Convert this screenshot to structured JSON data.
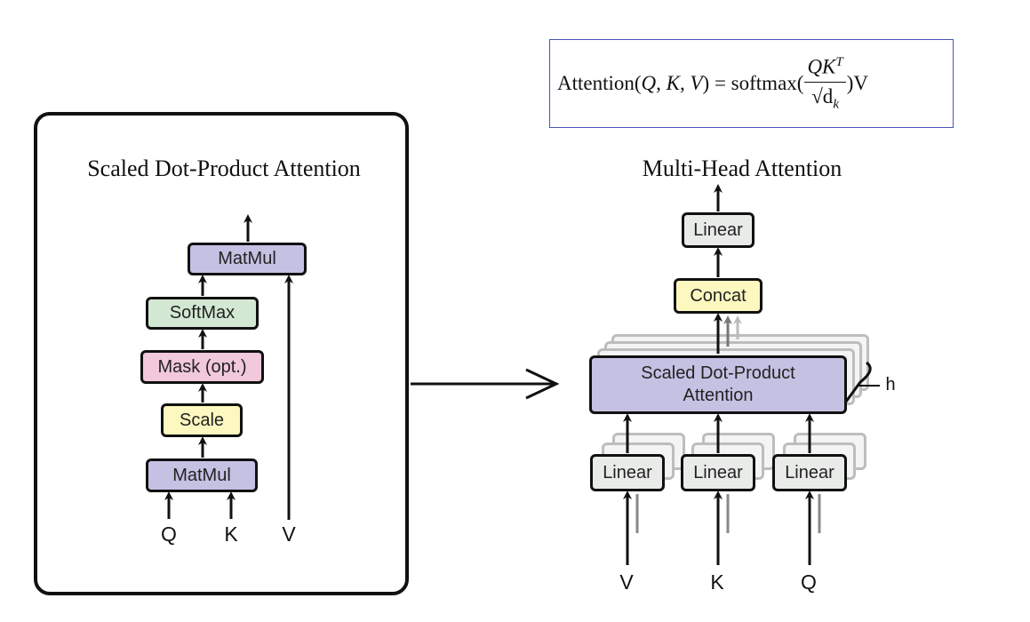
{
  "formula": {
    "lhs": "Attention(",
    "args": "Q, K, V",
    "mid": ") = softmax(",
    "numerator": "QK",
    "numerator_sup": "T",
    "denominator": "√d",
    "denominator_sub": "k",
    "rhs": ")V"
  },
  "left": {
    "title": "Scaled Dot-Product Attention",
    "blocks": {
      "matmul_top": "MatMul",
      "softmax": "SoftMax",
      "mask": "Mask (opt.)",
      "scale": "Scale",
      "matmul_bottom": "MatMul"
    },
    "inputs": {
      "q": "Q",
      "k": "K",
      "v": "V"
    }
  },
  "right": {
    "title": "Multi-Head Attention",
    "blocks": {
      "linear_out": "Linear",
      "concat": "Concat",
      "sdpa": "Scaled Dot-Product Attention",
      "linear_v": "Linear",
      "linear_k": "Linear",
      "linear_q": "Linear"
    },
    "heads_label": "h",
    "inputs": {
      "v": "V",
      "k": "K",
      "q": "Q"
    }
  },
  "colors": {
    "matmul": "#c5c1e3",
    "softmax": "#d3e8d3",
    "mask": "#f1c8dc",
    "scale": "#fcf8bf",
    "linear": "#e9ebe9",
    "formula_border": "#4a55b8"
  }
}
